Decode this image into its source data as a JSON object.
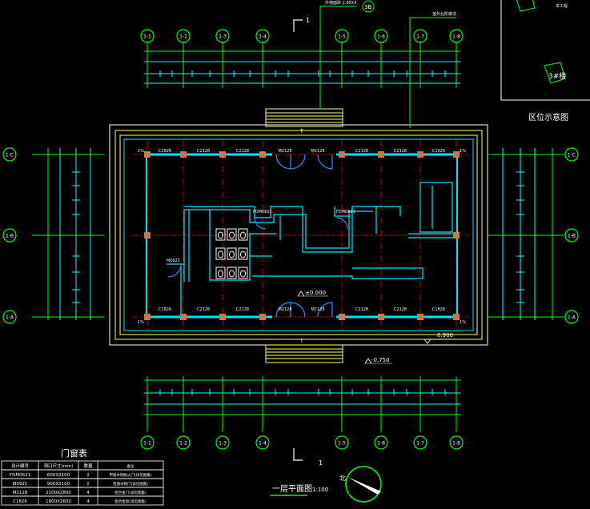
{
  "colors": {
    "background": "#000000",
    "axis": "#00ff00",
    "dimension": "#00ffff",
    "wall": "#00e5ff",
    "gridline": "#ff0000",
    "column": "#c8784a",
    "outline": "#ffffff",
    "stair": "#ffff66",
    "door": "#1e90ff",
    "text": "#ffffff"
  },
  "axes": {
    "top": [
      "1-1",
      "1-2",
      "1-3",
      "1-4",
      "1-5",
      "1-6",
      "1-7",
      "1-8"
    ],
    "bottom": [
      "1-1",
      "1-2",
      "1-3",
      "1-4",
      "1-5",
      "1-6",
      "1-7",
      "1-8"
    ],
    "left": [
      "1-C",
      "1-B",
      "1-A"
    ],
    "right": [
      "1-C",
      "1-B",
      "1-A"
    ]
  },
  "section_mark": {
    "top": "1",
    "bottom": "1"
  },
  "callouts": {
    "top_center": "外墙面砖 2.00X3",
    "top_right": "室外台阶做法",
    "grid_badge": "3B"
  },
  "key_plan": {
    "label": "区位示意图",
    "building": "3#楼",
    "note": "本工程"
  },
  "windows_top": [
    "C1826",
    "C2128",
    "C2128",
    "M2128",
    "M2128",
    "C2128",
    "C2128",
    "C1826"
  ],
  "windows_bottom": [
    "C1826",
    "C2128",
    "C2128",
    "M2128",
    "M2128",
    "C2128",
    "C2128",
    "C1826"
  ],
  "doors": [
    "FDM0621",
    "FDM0621",
    "M0921"
  ],
  "elevations": {
    "floor": "±0.000",
    "ramp": "0.900",
    "outdoor": "-0.750"
  },
  "corner_marks": "1%",
  "door_window_table": {
    "title": "门窗表",
    "headers": [
      "设计编号",
      "洞口尺寸(mm)",
      "数量",
      "备注"
    ],
    "rows": [
      [
        "FDM0621",
        "600X2100",
        "2",
        "甲级木制防火门(详见图集)"
      ],
      [
        "M0921",
        "900X2100",
        "1",
        "普通木制门(详见图集)"
      ],
      [
        "M2128",
        "2100X2800",
        "4",
        "铝合金门(详见图集)"
      ],
      [
        "C1826",
        "1800X2600",
        "4",
        "铝合金窗(详见图集)"
      ]
    ]
  },
  "plan_title": "一层平面图",
  "plan_scale": "1:100",
  "north_label": "北"
}
